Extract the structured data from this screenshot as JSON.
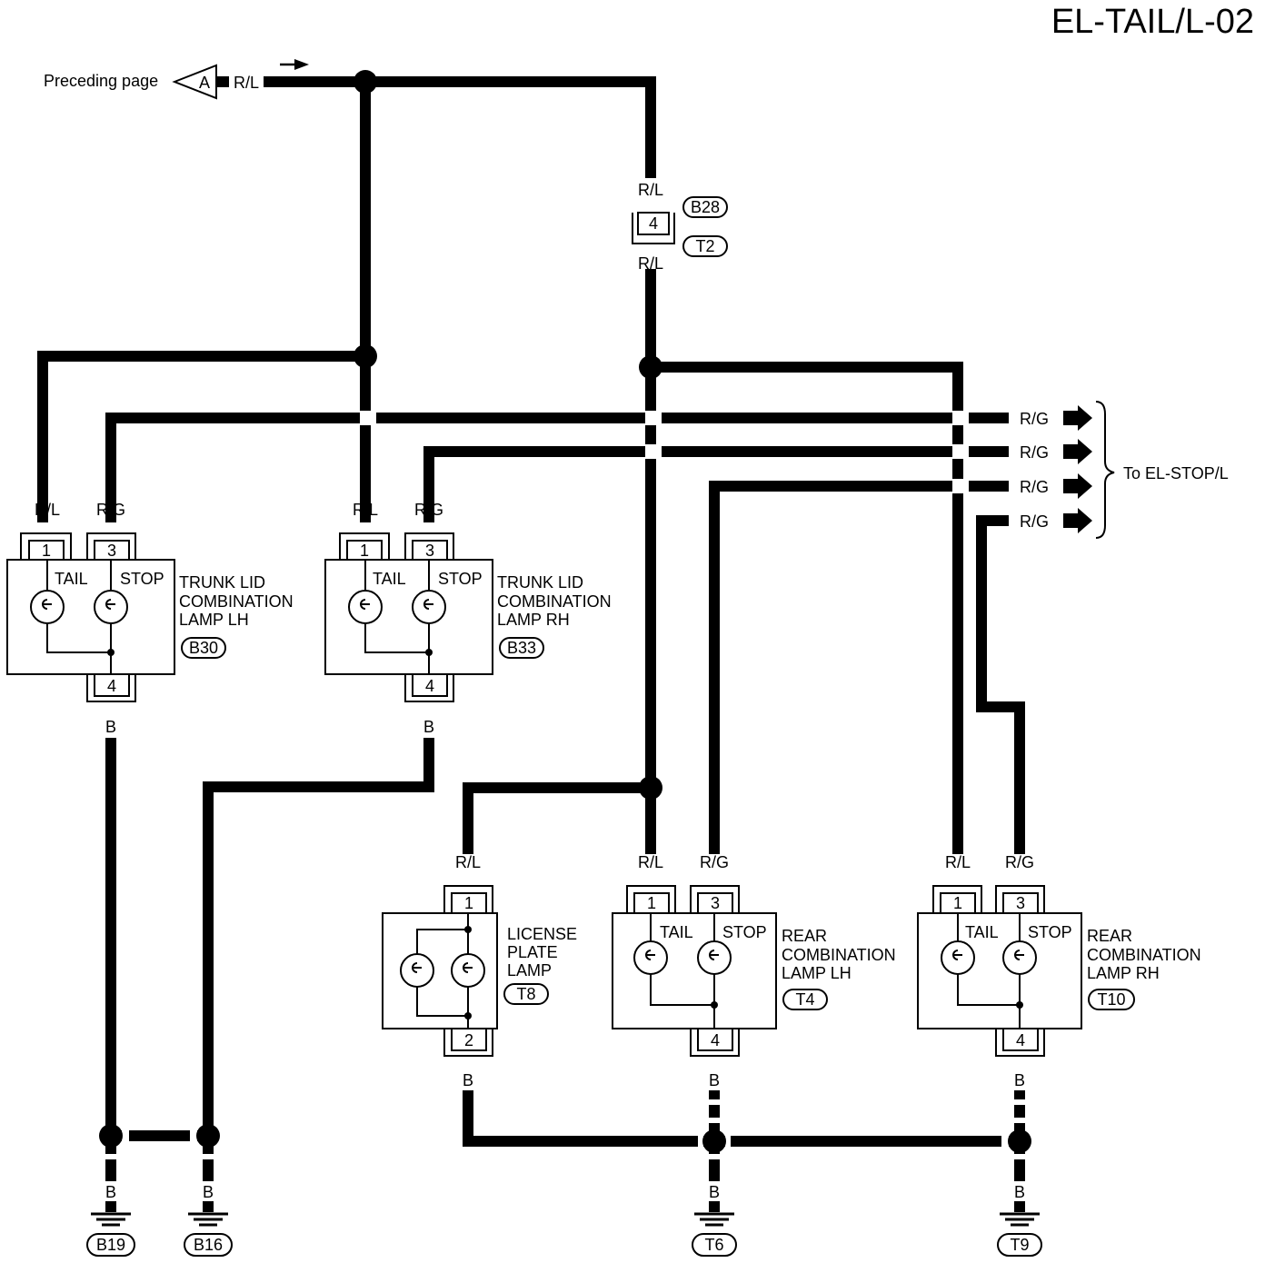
{
  "page_title": "EL-TAIL/L-02",
  "preceding": {
    "text": "Preceding page",
    "connector": "A",
    "wire": "R/L"
  },
  "to_stop": "To EL-STOP/L",
  "junction": {
    "top_wire": "R/L",
    "bottom_wire": "R/L",
    "pin": "4",
    "codes": [
      "B28",
      "T2"
    ]
  },
  "trunk_lh": {
    "name": [
      "TRUNK LID",
      "COMBINATION",
      "LAMP LH"
    ],
    "code": "B30",
    "pins": [
      "1",
      "3",
      "4"
    ],
    "wires": [
      "R/L",
      "R/G",
      "B"
    ],
    "bulbs": [
      "TAIL",
      "STOP"
    ]
  },
  "trunk_rh": {
    "name": [
      "TRUNK LID",
      "COMBINATION",
      "LAMP RH"
    ],
    "code": "B33",
    "pins": [
      "1",
      "3",
      "4"
    ],
    "wires": [
      "R/L",
      "R/G",
      "B"
    ],
    "bulbs": [
      "TAIL",
      "STOP"
    ]
  },
  "license": {
    "name": [
      "LICENSE",
      "PLATE",
      "LAMP"
    ],
    "code": "T8",
    "pins": [
      "1",
      "2"
    ],
    "wires": [
      "R/L",
      "B"
    ]
  },
  "rear_lh": {
    "name": [
      "REAR",
      "COMBINATION",
      "LAMP LH"
    ],
    "code": "T4",
    "pins": [
      "1",
      "3",
      "4"
    ],
    "wires": [
      "R/L",
      "R/G",
      "B"
    ],
    "bulbs": [
      "TAIL",
      "STOP"
    ]
  },
  "rear_rh": {
    "name": [
      "REAR",
      "COMBINATION",
      "LAMP RH"
    ],
    "code": "T10",
    "pins": [
      "1",
      "3",
      "4"
    ],
    "wires": [
      "R/L",
      "R/G",
      "B"
    ],
    "bulbs": [
      "TAIL",
      "STOP"
    ]
  },
  "outputs": [
    "R/G",
    "R/G",
    "R/G",
    "R/G"
  ],
  "grounds": [
    {
      "wire": "B",
      "code": "B19"
    },
    {
      "wire": "B",
      "code": "B16"
    },
    {
      "wire": "B",
      "code": "T6"
    },
    {
      "wire": "B",
      "code": "T9"
    }
  ]
}
